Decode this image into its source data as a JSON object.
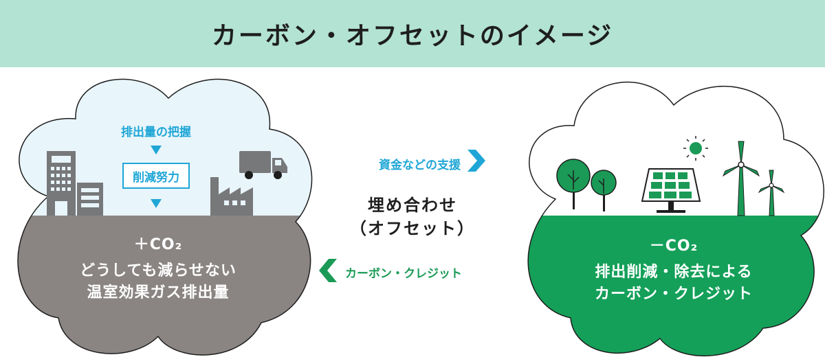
{
  "title": "カーボン・オフセットのイメージ",
  "left_cloud": {
    "step1": "排出量の把握",
    "step2": "削減努力",
    "co2_label": "＋CO₂",
    "line1": "どうしても減らせない",
    "line2": "温室効果ガス排出量"
  },
  "center": {
    "support_label": "資金などの支援",
    "offset_line1": "埋め合わせ",
    "offset_line2": "（オフセット）",
    "credit_label": "カーボン・クレジット"
  },
  "right_cloud": {
    "co2_label": "－CO₂",
    "line1": "排出削減・除去による",
    "line2": "カーボン・クレジット"
  },
  "colors": {
    "header_bg": "#b3e3d2",
    "sky": "#e8f5fb",
    "ground_gray": "#8a8583",
    "ground_green": "#14a059",
    "accent_blue": "#1fa6d6",
    "accent_green": "#1a9a56",
    "icon_gray": "#77787a",
    "icon_green": "#1a9a56"
  },
  "icons": [
    "building-icon",
    "truck-icon",
    "factory-icon",
    "tree-icon",
    "solar-panel-icon",
    "wind-turbine-icon",
    "sun-icon",
    "chevron-right-icon",
    "chevron-left-icon"
  ]
}
